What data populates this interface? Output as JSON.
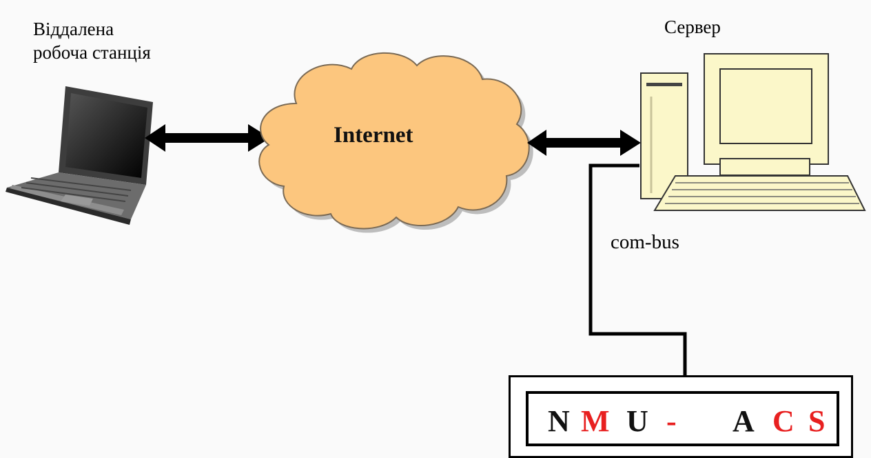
{
  "labels": {
    "remote_line1": "Віддалена",
    "remote_line2": "робоча станція",
    "server": "Сервер",
    "cloud": "Internet",
    "bus": "com-bus"
  },
  "nmu_letters": [
    {
      "text": "N",
      "color": "#111111"
    },
    {
      "text": "M",
      "color": "#e82020"
    },
    {
      "text": "U",
      "color": "#111111"
    },
    {
      "text": "-",
      "color": "#e82020"
    },
    {
      "text": "A",
      "color": "#111111"
    },
    {
      "text": "C",
      "color": "#e82020"
    },
    {
      "text": "S",
      "color": "#e82020"
    }
  ],
  "colors": {
    "cloud": "#fcc67e",
    "computer": "#fbf7c9",
    "laptop": "#333333"
  }
}
